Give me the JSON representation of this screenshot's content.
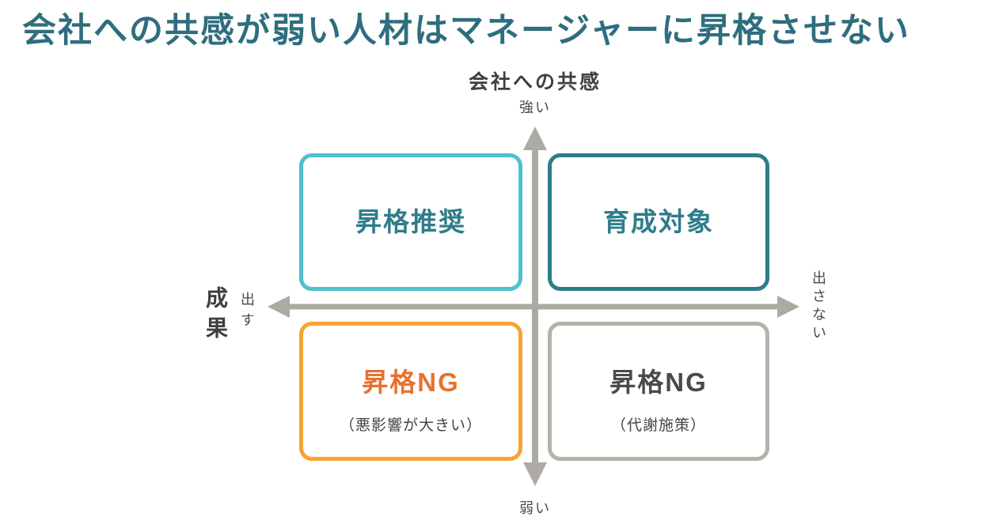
{
  "title": "会社への共感が弱い人材はマネージャーに昇格させない",
  "axes": {
    "vertical": {
      "label": "会社への共感",
      "positive_end": "強い",
      "negative_end": "弱い"
    },
    "horizontal": {
      "label": "成果",
      "positive_end": "出す",
      "negative_end": "出さない"
    }
  },
  "quadrants": {
    "top_left": {
      "label": "昇格推奨",
      "border_color": "#4FC0CD",
      "text_color": "#2E7D8A"
    },
    "top_right": {
      "label": "育成対象",
      "border_color": "#2E7D8A",
      "text_color": "#2E7D8A"
    },
    "bottom_left": {
      "label": "昇格NG",
      "note": "（悪影響が大きい）",
      "border_color": "#F7A233",
      "text_color": "#E7722E"
    },
    "bottom_right": {
      "label": "昇格NG",
      "note": "（代謝施策）",
      "border_color": "#B5B2AA",
      "text_color": "#4A4A48"
    }
  },
  "colors": {
    "title": "#2E6E7E",
    "axis_arrow": "#ACAAA2",
    "axis_label": "#3F3F3F",
    "axis_end_label": "#4A4A48",
    "note_text": "#444444"
  }
}
